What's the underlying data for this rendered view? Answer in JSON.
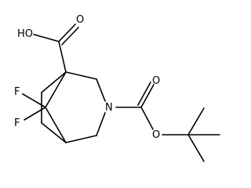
{
  "structure": {
    "atom_labels": {
      "carboxyl_oxo": "O",
      "carboxyl_hydroxyl": "HO",
      "ring_nitrogen": "N",
      "boc_carbonyl_oxo": "O",
      "boc_ester_oxygen": "O",
      "fluorine_top": "F",
      "fluorine_bottom": "F"
    }
  }
}
